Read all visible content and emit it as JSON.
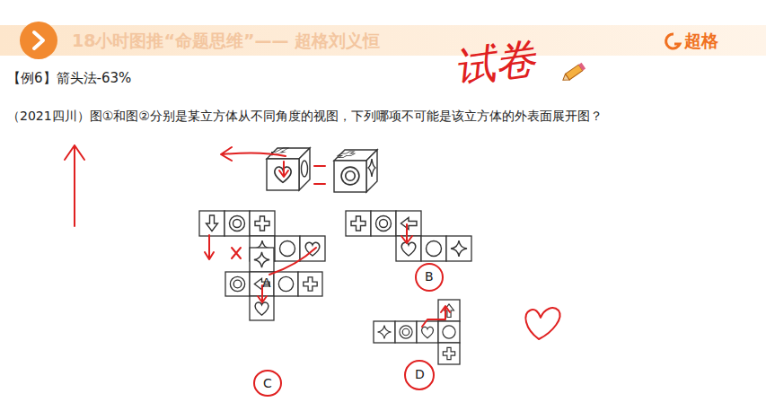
{
  "diagram": {
    "title": "【例6】箭头法-63%",
    "labels": [
      "18小时图推“命题思维”—— 超格刘义恒",
      "超格",
      "试卷",
      "（2021四川）图①和图②分别是某立方体从不同角度的视图，下列哪项不可能是该立方体的外表面展开图？",
      "A",
      "B",
      "C",
      "D"
    ]
  }
}
